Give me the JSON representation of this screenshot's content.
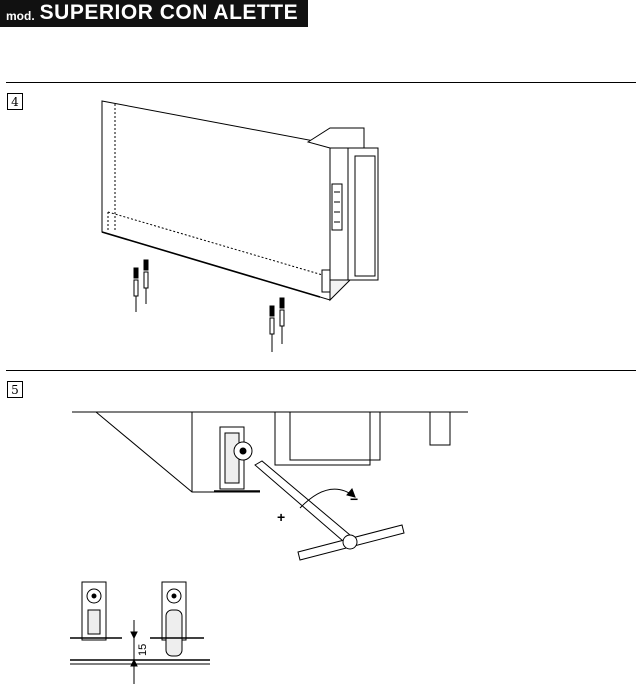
{
  "header": {
    "prefix": "mod.",
    "title": "SUPERIOR CON ALETTE"
  },
  "steps": [
    {
      "number": "4"
    },
    {
      "number": "5"
    }
  ],
  "detail": {
    "dimension_label": "15",
    "plus_sign": "+",
    "minus_sign": "−"
  }
}
